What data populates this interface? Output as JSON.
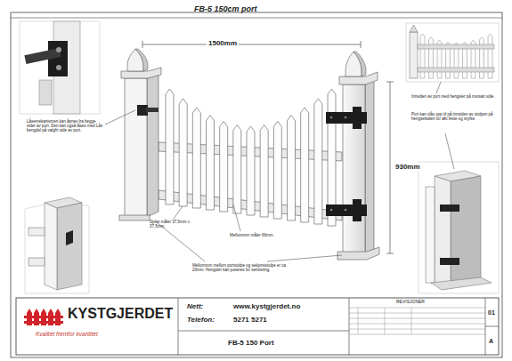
{
  "diagram": {
    "title": "FB-5 150cm port",
    "labels": [
      "1500mm",
      "930mm",
      "Låsemekanismen kan åpnes fra begge sider av port. Den kan også låses med Lås bengdel på valgfri side av port.",
      "Spiler måler 37,5mm x 37,5mm.",
      "Mellomrom måler 66mm.",
      "Mellomrom mellom portstolpe og sekjonsstolpe er ca 20mm. Hengsler kan justeres for sentrering.",
      "Innsiden av port med hengsler på motsatt side.",
      "Port kan slås opp til på innsiden av stolpen på hengselsiden for økt feste og styrke.",
      "KYSTGJERDET",
      "Kvalitet fremfor kvantitet",
      "Nett:",
      "www.kystgjerdet.no",
      "Telefon:",
      "5271 5271",
      "FB-5 150 Port",
      "REVISJONER",
      "A",
      "01"
    ]
  }
}
